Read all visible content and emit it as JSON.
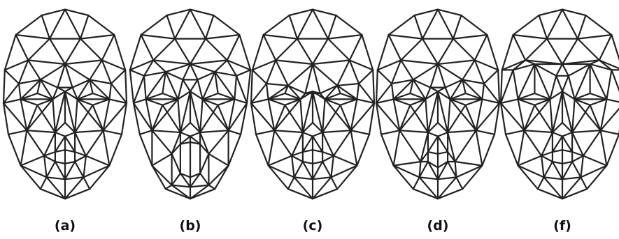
{
  "figure": {
    "panels": [
      {
        "label": "(a)",
        "variant": "neutral"
      },
      {
        "label": "(b)",
        "variant": "surprise"
      },
      {
        "label": "(c)",
        "variant": "brows-lowered"
      },
      {
        "label": "(d)",
        "variant": "mouth-variation"
      },
      {
        "label": "(f)",
        "variant": "brows-raised"
      }
    ]
  }
}
